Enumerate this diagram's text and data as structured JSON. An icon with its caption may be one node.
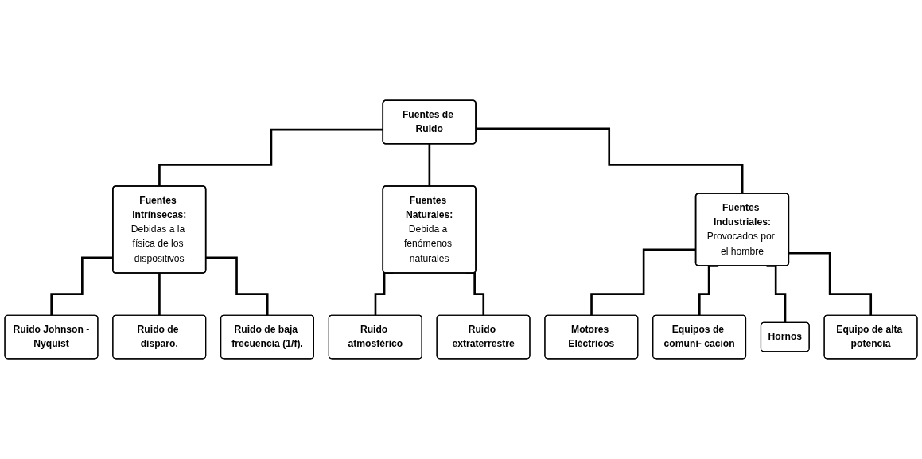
{
  "diagram": {
    "nodes": [
      {
        "text": [
          "Fuentes de Ruido"
        ]
      },
      {
        "text": [
          "Fuentes Intrínsecas:",
          "Debidas a la física de los dispositivos"
        ]
      },
      {
        "text": [
          "Fuentes Naturales:",
          "Debida a fenómenos naturales"
        ]
      },
      {
        "text": [
          "Fuentes Industriales:",
          "Provocados por el hombre"
        ]
      },
      {
        "text": [
          "Ruido Johnson -Nyquist"
        ]
      },
      {
        "text": [
          "Ruido de disparo."
        ]
      },
      {
        "text": [
          "Ruido de baja frecuencia (1/f)."
        ]
      },
      {
        "text": [
          "Ruido atmosférico"
        ]
      },
      {
        "text": [
          "Ruido extraterrestre"
        ]
      },
      {
        "text": [
          "Motores Eléctricos"
        ]
      },
      {
        "text": [
          "Equipos de comuni- cación"
        ]
      },
      {
        "text": [
          "Hornos"
        ]
      },
      {
        "text": [
          "Equipo de alta potencia"
        ]
      }
    ],
    "edges": [
      {
        "from": 0,
        "to": 1,
        "arrow": "none"
      },
      {
        "from": 0,
        "to": 2,
        "arrow": "none"
      },
      {
        "from": 0,
        "to": 3,
        "arrow": "none"
      },
      {
        "from": 1,
        "to": 4,
        "arrow": "none"
      },
      {
        "from": 1,
        "to": 5,
        "arrow": "none"
      },
      {
        "from": 1,
        "to": 6,
        "arrow": "none"
      },
      {
        "from": 2,
        "to": 7,
        "arrow": "none"
      },
      {
        "from": 2,
        "to": 8,
        "arrow": "none"
      },
      {
        "from": 3,
        "to": 9,
        "arrow": "none"
      },
      {
        "from": 3,
        "to": 10,
        "arrow": "none"
      },
      {
        "from": 3,
        "to": 11,
        "arrow": "none"
      },
      {
        "from": 3,
        "to": 12,
        "arrow": "none"
      }
    ]
  }
}
